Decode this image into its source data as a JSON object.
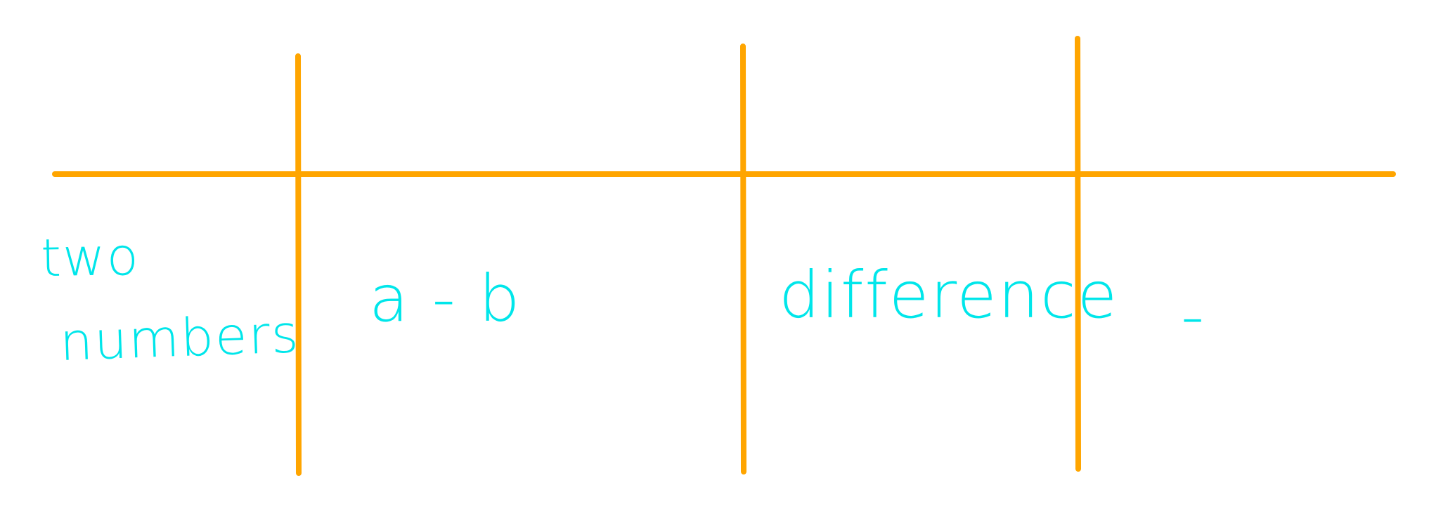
{
  "diagram": {
    "line_color": "#ffa500",
    "text_color": "#00e6ea",
    "cells": [
      {
        "line1": "two",
        "line2": "numbers"
      },
      {
        "text": "a - b"
      },
      {
        "text": "difference"
      },
      {
        "text": "-"
      }
    ]
  }
}
